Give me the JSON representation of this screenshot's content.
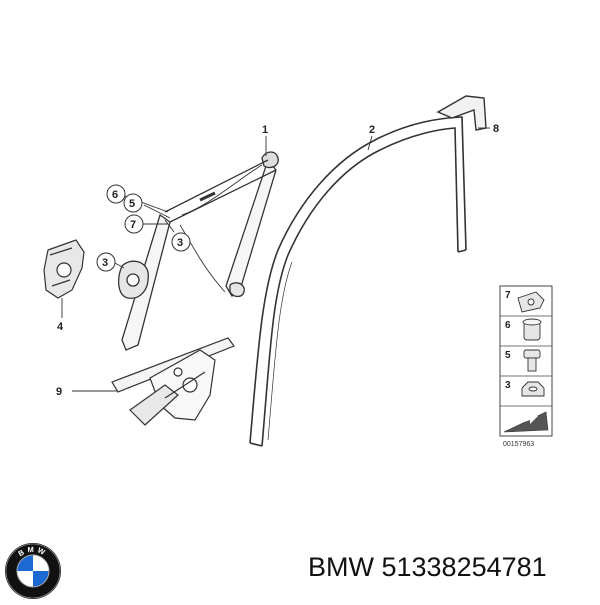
{
  "diagram": {
    "callouts": {
      "c1": "1",
      "c2": "2",
      "c8": "8",
      "c4": "4",
      "c9": "9"
    },
    "circled": {
      "c6": "6",
      "c5": "5",
      "c7": "7",
      "c3a": "3",
      "c3b": "3"
    },
    "legend": {
      "items": [
        "7",
        "6",
        "5",
        "3"
      ],
      "ref_code": "00157963"
    }
  },
  "footer": {
    "part_label": "BMW 51338254781"
  },
  "logo": {
    "letters": "BMW",
    "colors": {
      "ring": "#111111",
      "blue": "#1c69d4",
      "white": "#ffffff"
    }
  }
}
